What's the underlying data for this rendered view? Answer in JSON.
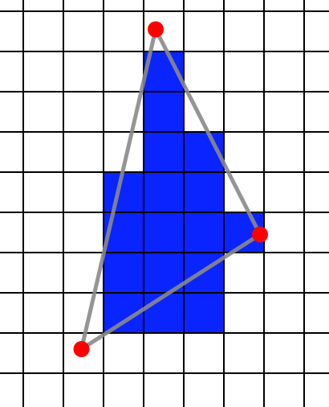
{
  "colors": {
    "background": "#ffffff",
    "grid": "#000000",
    "filled_cell": "#0a24ff",
    "triangle_edge": "#8a8a8a",
    "vertex": "#ff0000"
  },
  "grid": {
    "columns": 8,
    "rows": 9,
    "filled_cells": [
      [
        3,
        1
      ],
      [
        3,
        2
      ],
      [
        3,
        3
      ],
      [
        4,
        3
      ],
      [
        2,
        4
      ],
      [
        3,
        4
      ],
      [
        4,
        4
      ],
      [
        2,
        5
      ],
      [
        3,
        5
      ],
      [
        4,
        5
      ],
      [
        5,
        5
      ],
      [
        2,
        6
      ],
      [
        3,
        6
      ],
      [
        4,
        6
      ],
      [
        2,
        7
      ],
      [
        3,
        7
      ],
      [
        4,
        7
      ]
    ]
  },
  "triangle": {
    "vertices": [
      {
        "name": "top",
        "x": 3.3,
        "y": 0.45
      },
      {
        "name": "right",
        "x": 5.9,
        "y": 5.55
      },
      {
        "name": "bottom-left",
        "x": 1.45,
        "y": 8.4
      }
    ]
  }
}
